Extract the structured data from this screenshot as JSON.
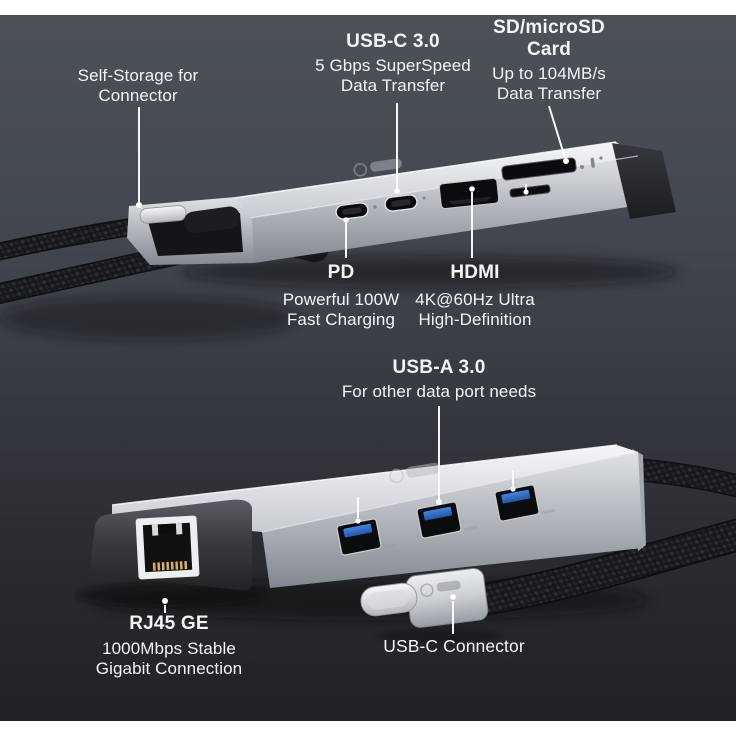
{
  "product": {
    "type_hint": "USB-C multiport hub product photo, two views with feature callouts"
  },
  "colors": {
    "frame_band": "#ffffff",
    "background_top": "#4d525a",
    "background_bottom": "#202125",
    "callout_text": "#f4f5f7",
    "leader_line": "#ffffff",
    "device_silver": "#c9ccd1",
    "end_cap_dark": "#2c2e33",
    "cable_braid": "#1a1b1e",
    "usb_a_blue": "#3572cd",
    "rj45_pins_gold": "#d8b25e"
  },
  "callouts": {
    "self_storage": {
      "text1": "Self-Storage for",
      "text2": "Connector"
    },
    "usb_c": {
      "title": "USB-C 3.0",
      "text1": "5 Gbps SuperSpeed",
      "text2": "Data Transfer"
    },
    "sd_card": {
      "title1": "SD/microSD",
      "title2": "Card",
      "text1": "Up to 104MB/s",
      "text2": "Data Transfer"
    },
    "pd": {
      "title": "PD",
      "text1": "Powerful 100W",
      "text2": "Fast Charging"
    },
    "hdmi": {
      "title": "HDMI",
      "text1": "4K@60Hz Ultra",
      "text2": "High-Definition"
    },
    "usb_a": {
      "title": "USB-A 3.0",
      "text1": "For other data port needs"
    },
    "rj45": {
      "title": "RJ45 GE",
      "text1": "1000Mbps Stable",
      "text2": "Gigabit Connection"
    },
    "usb_c_connector": {
      "text1": "USB-C Connector"
    }
  }
}
